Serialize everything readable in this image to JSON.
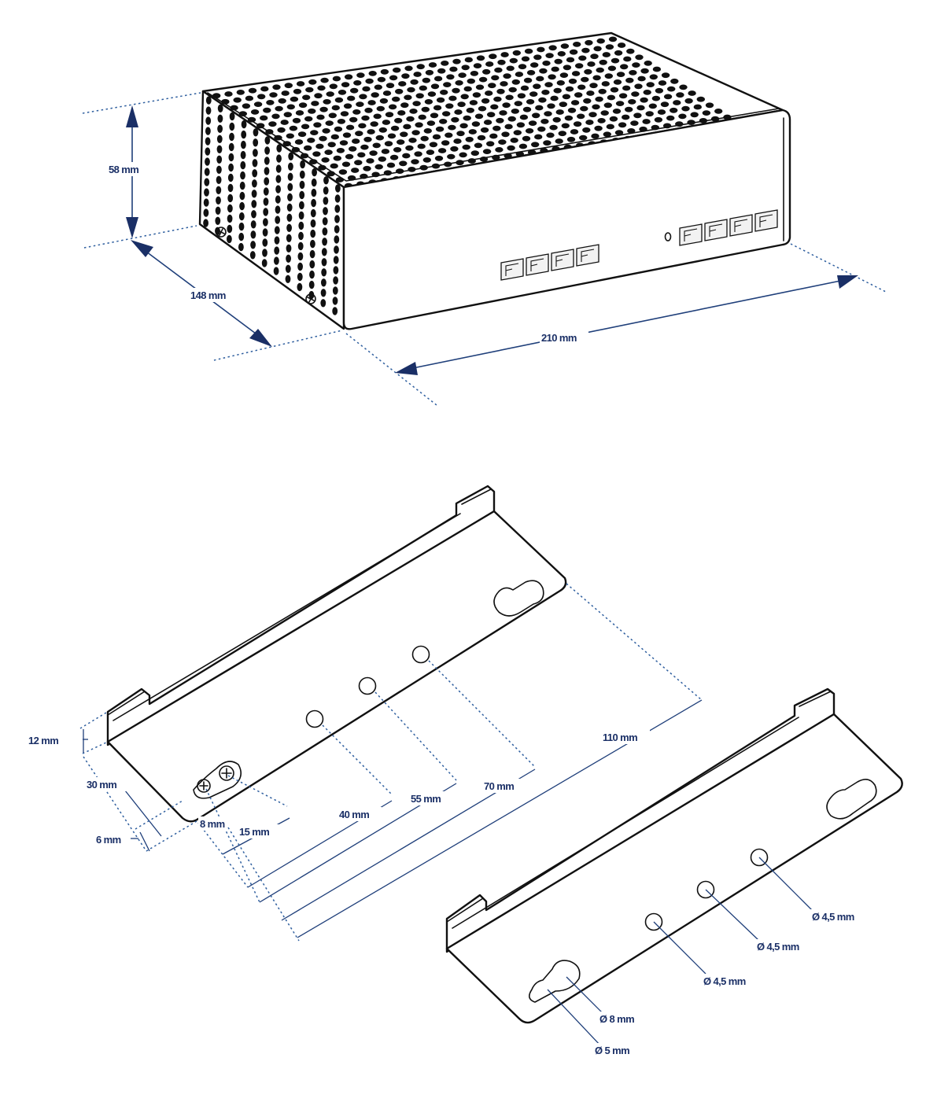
{
  "dimensions": {
    "height": "58 mm",
    "depth": "148 mm",
    "width": "210 mm"
  },
  "bracket_dimensions": {
    "flange_height": "12 mm",
    "depth": "30 mm",
    "edge_offset": "6 mm",
    "hole_offset_1": "8 mm",
    "hole_offset_2": "15 mm",
    "hole_spacing_1": "40 mm",
    "hole_spacing_2": "55 mm",
    "hole_spacing_3": "70 mm",
    "hole_spacing_4": "110 mm"
  },
  "hole_diameters": {
    "hole_1": "Ø 4,5 mm",
    "hole_2": "Ø 4,5 mm",
    "hole_3": "Ø 4,5 mm",
    "keyhole_large": "Ø 8 mm",
    "keyhole_small": "Ø 5 mm"
  },
  "colors": {
    "dimension": "#1a2f66",
    "outline": "#111111"
  }
}
